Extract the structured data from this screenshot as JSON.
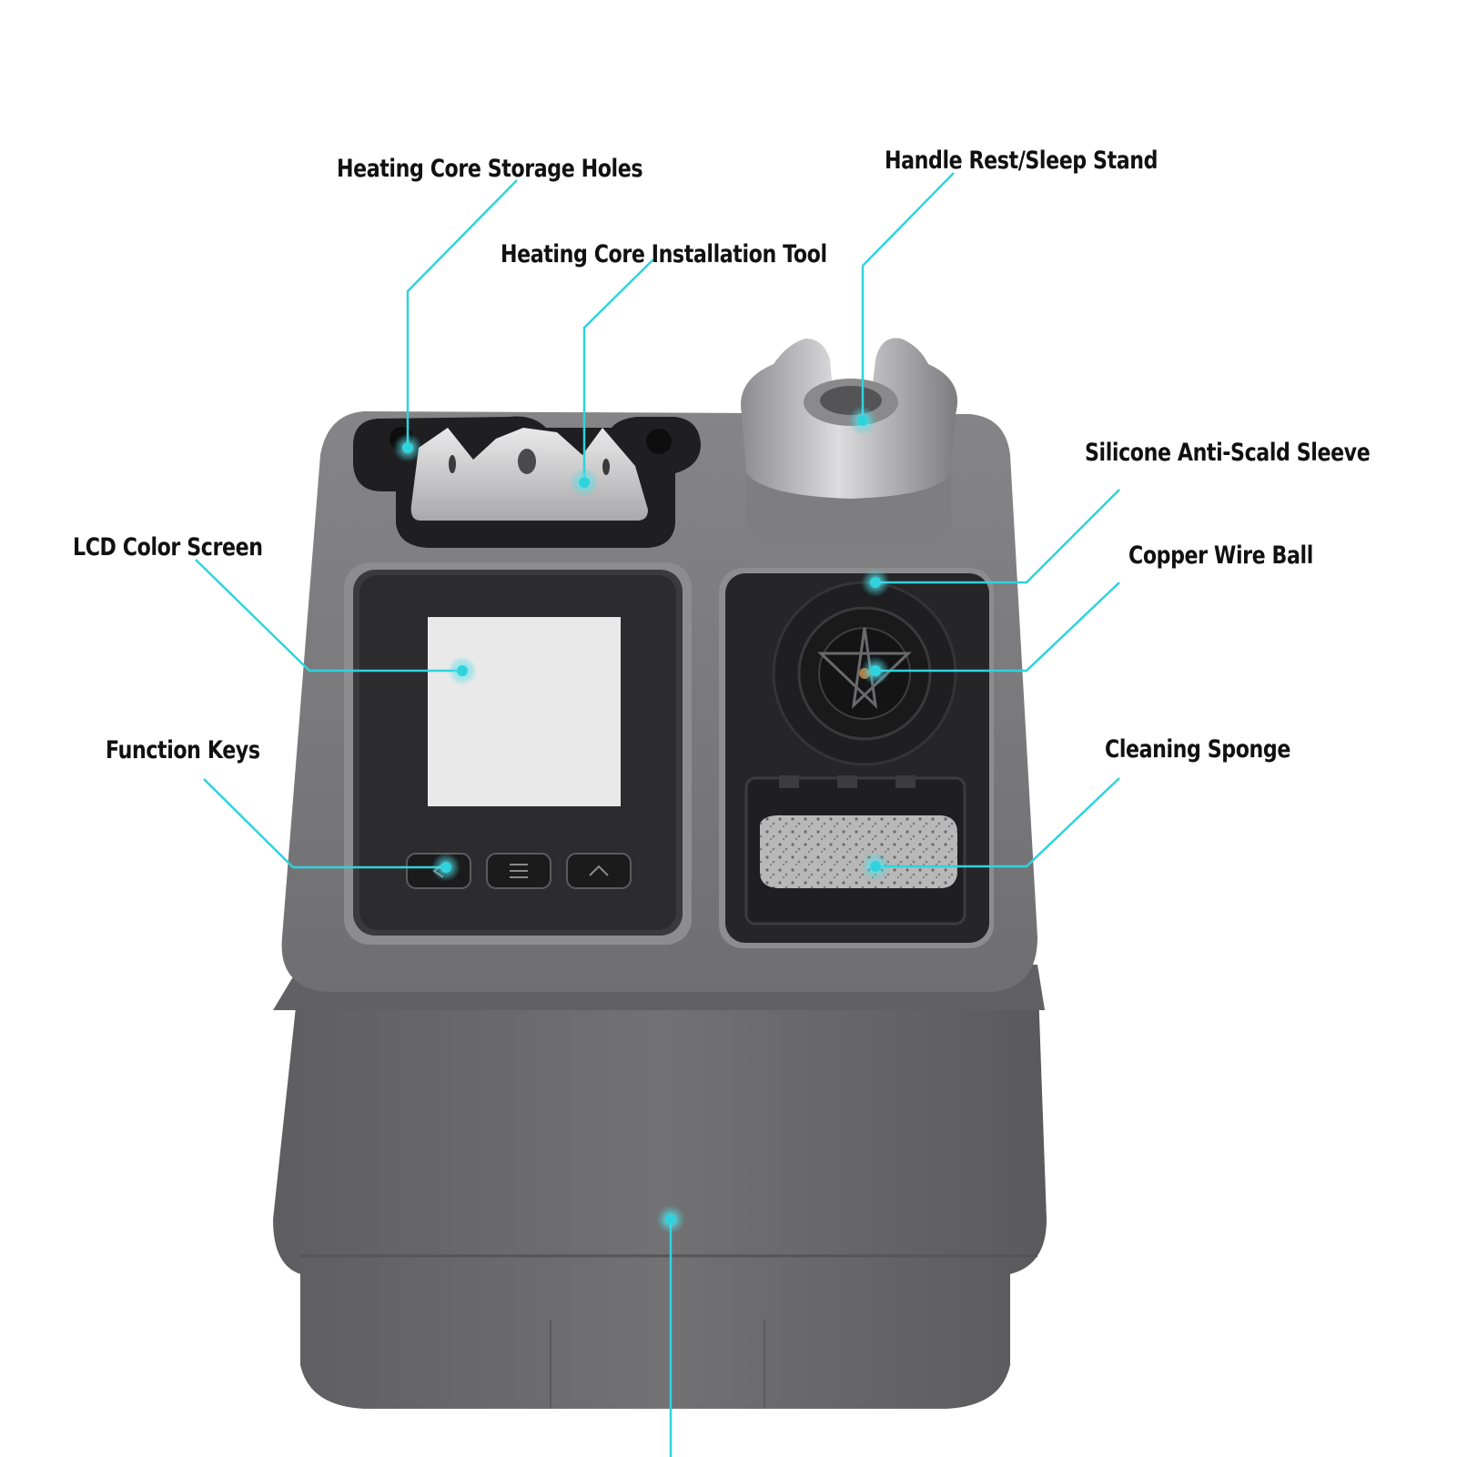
{
  "labels": {
    "storage_holes": "Heating Core Storage Holes",
    "install_tool": "Heating Core Installation Tool",
    "handle_rest": "Handle Rest/Sleep Stand",
    "silicone_sleeve": "Silicone Anti-Scald Sleeve",
    "copper_ball": "Copper Wire Ball",
    "lcd_screen": "LCD Color Screen",
    "function_keys": "Function Keys",
    "cleaning_sponge": "Cleaning Sponge"
  },
  "colors": {
    "leader": "#2fd3dd",
    "body": "#6b6b6d",
    "top": "#7a7a7c",
    "dark_panel": "#2a2a2c",
    "screen": "#e8e8e8",
    "label_text": "#111111"
  },
  "icons": {
    "key_left": "chevron-left-icon",
    "key_menu": "menu-icon",
    "key_up": "chevron-up-icon"
  }
}
